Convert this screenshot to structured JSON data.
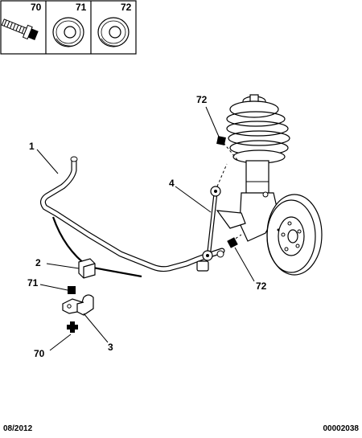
{
  "legend": {
    "items": [
      {
        "number": "70",
        "icon": "screw-icon"
      },
      {
        "number": "71",
        "icon": "washer-icon"
      },
      {
        "number": "72",
        "icon": "washer-icon"
      }
    ]
  },
  "callouts": {
    "c1": "1",
    "c2": "2",
    "c3": "3",
    "c4": "4",
    "c70": "70",
    "c71": "71",
    "c72_top": "72",
    "c72_bottom": "72"
  },
  "footer": {
    "date": "08/2012",
    "code": "00002038"
  },
  "colors": {
    "line": "#000000",
    "background": "#ffffff",
    "marker": "#000000"
  }
}
